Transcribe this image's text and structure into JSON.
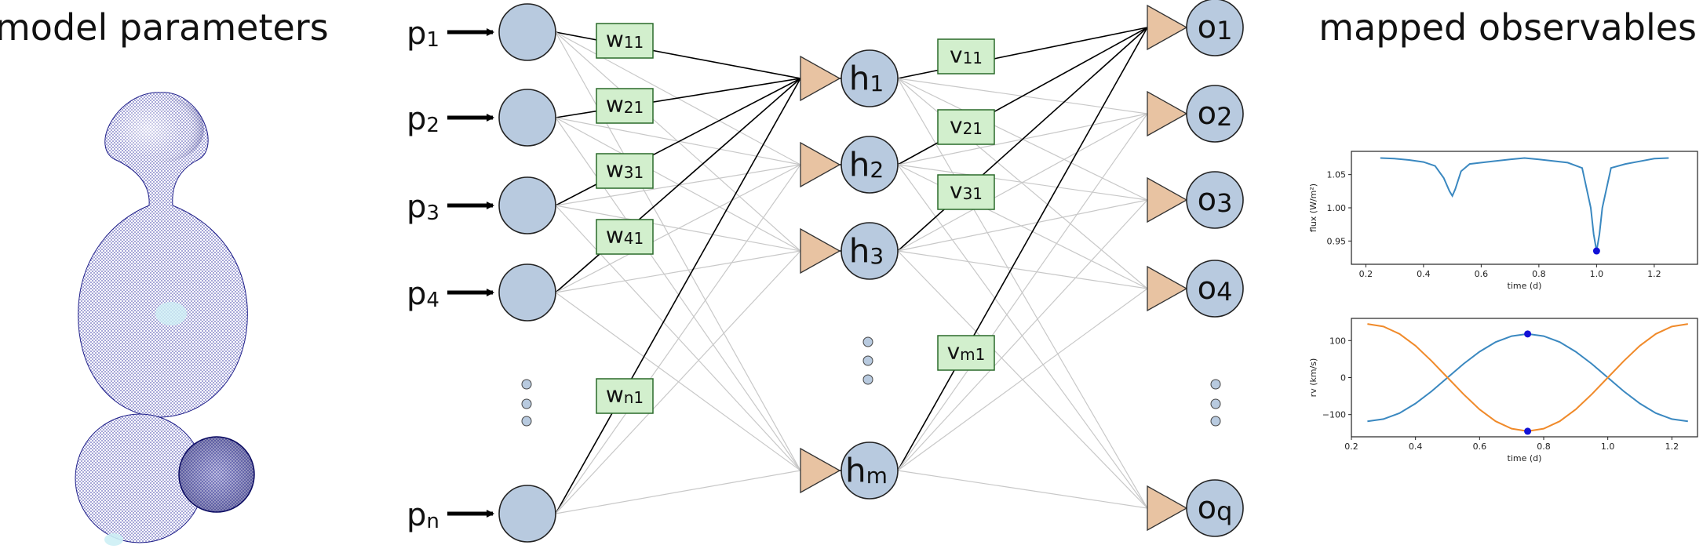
{
  "titles": {
    "left": "model parameters",
    "right": "mapped observables"
  },
  "network": {
    "input_labels": [
      {
        "main": "p",
        "sub": "1"
      },
      {
        "main": "p",
        "sub": "2"
      },
      {
        "main": "p",
        "sub": "3"
      },
      {
        "main": "p",
        "sub": "4"
      },
      {
        "main": "p",
        "sub": "n"
      }
    ],
    "input_weights": [
      "w11",
      "w21",
      "w31",
      "w41",
      "wn1"
    ],
    "hidden_labels": [
      {
        "main": "h",
        "sub": "1"
      },
      {
        "main": "h",
        "sub": "2"
      },
      {
        "main": "h",
        "sub": "3"
      },
      {
        "main": "h",
        "sub": "m"
      }
    ],
    "hidden_weights": [
      "v11",
      "v21",
      "v31",
      "vm1"
    ],
    "output_labels": [
      "o1",
      "o2",
      "o3",
      "o4",
      "oq"
    ],
    "colors": {
      "node_fill": "#b8cadf",
      "activation_fill": "#e8c3a2",
      "weight_fill": "#d2efcd",
      "weight_border": "#2a6a2a",
      "active_edge": "#000000",
      "inactive_edge": "#c8c8c8"
    }
  },
  "chart_data": [
    {
      "type": "line",
      "title": "",
      "xlabel": "time (d)",
      "ylabel": "flux (W/m²)",
      "xlim": [
        0.15,
        1.35
      ],
      "ylim": [
        0.915,
        1.085
      ],
      "xticks": [
        "0.2",
        "0.4",
        "0.6",
        "0.8",
        "1.0",
        "1.2"
      ],
      "yticks": [
        "0.95",
        "1.00",
        "1.05"
      ],
      "series": [
        {
          "color": "#3a88c0",
          "x": [
            0.25,
            0.3,
            0.35,
            0.4,
            0.44,
            0.47,
            0.49,
            0.5,
            0.51,
            0.53,
            0.56,
            0.6,
            0.7,
            0.75,
            0.8,
            0.9,
            0.95,
            0.98,
            0.99,
            1.0,
            1.01,
            1.02,
            1.05,
            1.1,
            1.15,
            1.2,
            1.25
          ],
          "y": [
            1.075,
            1.074,
            1.072,
            1.069,
            1.063,
            1.045,
            1.025,
            1.018,
            1.028,
            1.055,
            1.066,
            1.068,
            1.073,
            1.075,
            1.073,
            1.068,
            1.06,
            1.0,
            0.96,
            0.935,
            0.96,
            1.0,
            1.06,
            1.066,
            1.07,
            1.074,
            1.075
          ]
        }
      ],
      "markers": [
        {
          "x": 1.0,
          "y": 0.935,
          "color": "#1212d6"
        }
      ]
    },
    {
      "type": "line",
      "title": "",
      "xlabel": "time (d)",
      "ylabel": "rv (km/s)",
      "xlim": [
        0.2,
        1.28
      ],
      "ylim": [
        -160,
        160
      ],
      "xticks": [
        "0.2",
        "0.4",
        "0.6",
        "0.8",
        "1.0",
        "1.2"
      ],
      "yticks": [
        "100",
        "0",
        "−100"
      ],
      "series": [
        {
          "color": "#3a88c0",
          "x": [
            0.25,
            0.3,
            0.35,
            0.4,
            0.45,
            0.5,
            0.55,
            0.6,
            0.65,
            0.7,
            0.75,
            0.8,
            0.85,
            0.9,
            0.95,
            1.0,
            1.05,
            1.1,
            1.15,
            1.2,
            1.25
          ],
          "y": [
            -118,
            -112,
            -96,
            -70,
            -37,
            0,
            37,
            70,
            96,
            112,
            118,
            112,
            96,
            70,
            37,
            0,
            -37,
            -70,
            -96,
            -112,
            -118
          ]
        },
        {
          "color": "#f08a2a",
          "x": [
            0.25,
            0.3,
            0.35,
            0.4,
            0.45,
            0.5,
            0.55,
            0.6,
            0.65,
            0.7,
            0.75,
            0.8,
            0.85,
            0.9,
            0.95,
            1.0,
            1.05,
            1.1,
            1.15,
            1.2,
            1.25
          ],
          "y": [
            145,
            138,
            118,
            86,
            45,
            0,
            -45,
            -86,
            -118,
            -138,
            -145,
            -138,
            -118,
            -86,
            -45,
            0,
            45,
            86,
            118,
            138,
            145
          ]
        }
      ],
      "markers": [
        {
          "x": 0.75,
          "y": 118,
          "color": "#1212d6"
        },
        {
          "x": 0.75,
          "y": -145,
          "color": "#1212d6"
        }
      ]
    }
  ]
}
